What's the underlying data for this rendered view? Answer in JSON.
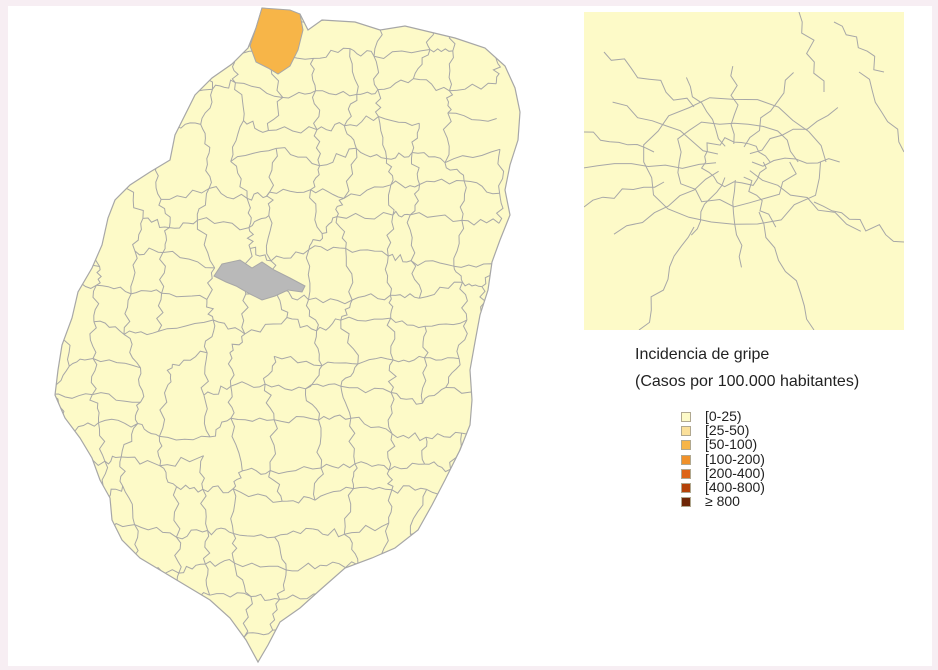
{
  "legend": {
    "title_line1": "Incidencia de gripe",
    "title_line2": "(Casos por 100.000 habitantes)",
    "items": [
      {
        "label": "[0-25)",
        "color": "#fdfac8"
      },
      {
        "label": "[25-50)",
        "color": "#fbe09a"
      },
      {
        "label": "[50-100)",
        "color": "#f7b548"
      },
      {
        "label": "[100-200)",
        "color": "#f0912a"
      },
      {
        "label": "[200-400)",
        "color": "#dd6416"
      },
      {
        "label": "[400-800)",
        "color": "#b44208"
      },
      {
        "label": "≥ 800",
        "color": "#6e2606"
      }
    ]
  },
  "colors": {
    "base_fill": "#fdfac8",
    "border": "#a7a7a7",
    "highlight_fill": "#f7b548",
    "urban": "#b9b9b9"
  },
  "regions": {
    "highlighted_class": "[50-100)"
  }
}
